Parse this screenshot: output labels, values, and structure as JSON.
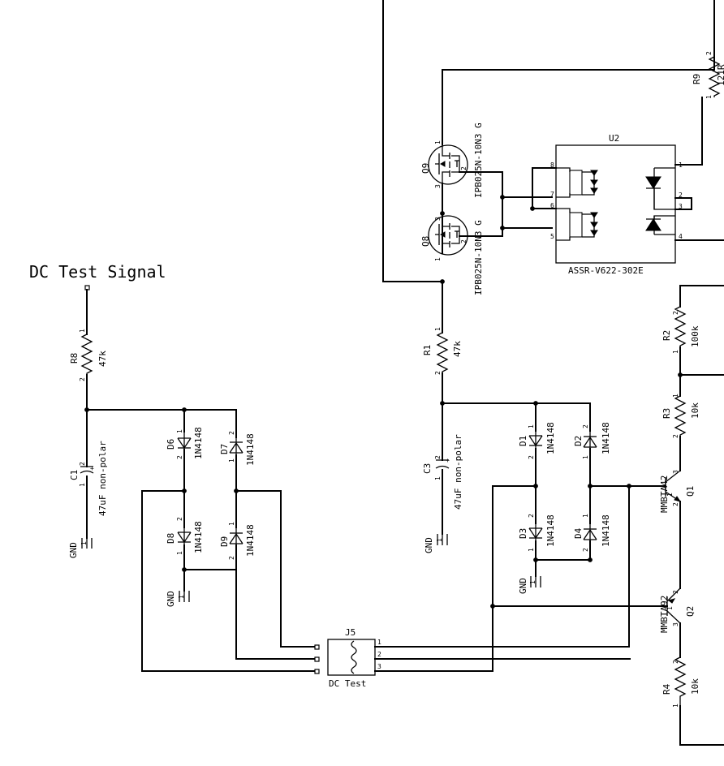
{
  "title": "DC Test Signal",
  "resistors": {
    "r8": {
      "ref": "R8",
      "value": "47k",
      "p1": "1",
      "p2": "2"
    },
    "r1": {
      "ref": "R1",
      "value": "47k",
      "p1": "1",
      "p2": "2"
    },
    "r9": {
      "ref": "R9",
      "value": "121R",
      "p1": "1",
      "p2": "2"
    },
    "r2": {
      "ref": "R2",
      "value": "100k",
      "p1": "1",
      "p2": "2"
    },
    "r3": {
      "ref": "R3",
      "value": "10k",
      "p1": "1",
      "p2": "2"
    },
    "r4": {
      "ref": "R4",
      "value": "10k",
      "p1": "1",
      "p2": "2"
    }
  },
  "capacitors": {
    "c1": {
      "ref": "C1",
      "value": "47uF non-polar",
      "p1": "1",
      "p2": "2",
      "plus": "+"
    },
    "c3": {
      "ref": "C3",
      "value": "47uF non-polar",
      "p1": "1",
      "p2": "2",
      "plus": "+"
    }
  },
  "diodes": {
    "d6": {
      "ref": "D6",
      "value": "1N4148",
      "p1": "1",
      "p2": "2"
    },
    "d7": {
      "ref": "D7",
      "value": "1N4148",
      "p1": "1",
      "p2": "2"
    },
    "d8": {
      "ref": "D8",
      "value": "1N4148",
      "p1": "1",
      "p2": "2"
    },
    "d9": {
      "ref": "D9",
      "value": "1N4148",
      "p1": "1",
      "p2": "2"
    },
    "d1": {
      "ref": "D1",
      "value": "1N4148",
      "p1": "1",
      "p2": "2"
    },
    "d2": {
      "ref": "D2",
      "value": "1N4148",
      "p1": "1",
      "p2": "2"
    },
    "d3": {
      "ref": "D3",
      "value": "1N4148",
      "p1": "1",
      "p2": "2"
    },
    "d4": {
      "ref": "D4",
      "value": "1N4148",
      "p1": "1",
      "p2": "2"
    }
  },
  "grounds": {
    "label": "GND",
    "pin": "1"
  },
  "mosfets": {
    "q9": {
      "ref": "Q9",
      "value": "IPB025N-10N3 G",
      "p1": "1",
      "p2": "2",
      "p3": "3"
    },
    "q8": {
      "ref": "Q8",
      "value": "IPB025N-10N3 G",
      "p1": "1",
      "p2": "2",
      "p3": "3"
    }
  },
  "transistors": {
    "q1": {
      "ref": "Q1",
      "value": "MMBTA42",
      "p1": "1",
      "p2": "2",
      "p3": "3"
    },
    "q2": {
      "ref": "Q2",
      "value": "MMBTA92",
      "p1": "1",
      "p2": "2",
      "p3": "3"
    }
  },
  "relay": {
    "ref": "U2",
    "value": "ASSR-V622-302E",
    "pins": [
      "8",
      "7",
      "6",
      "5",
      "1",
      "2",
      "3",
      "4"
    ]
  },
  "connector": {
    "ref": "J5",
    "value": "DC Test",
    "pins": [
      "1",
      "2",
      "3"
    ]
  }
}
